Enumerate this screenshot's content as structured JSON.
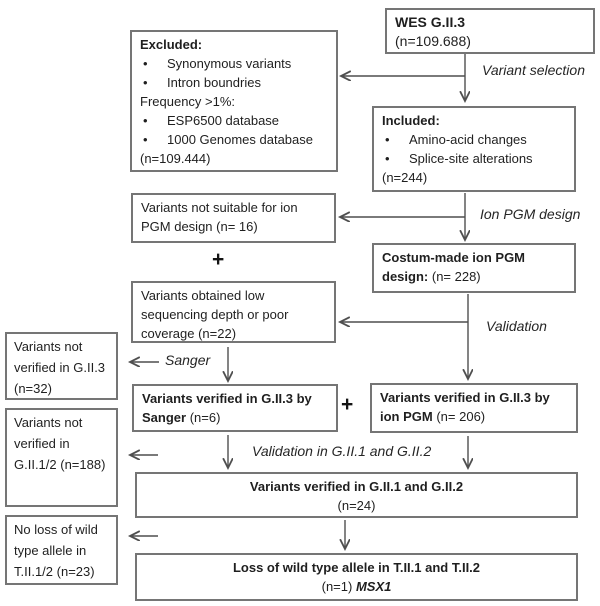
{
  "glyphs": {
    "bullet": "•",
    "plus": "+"
  },
  "colors": {
    "background": "#ffffff",
    "box_border": "#757575",
    "text": "#1f1f1f",
    "arrow": "#4f4f4f"
  },
  "boxes": {
    "wes": {
      "title": "WES G.II.3",
      "n": "(n=109.688)"
    },
    "excluded": {
      "title": "Excluded:",
      "items": [
        "Synonymous variants",
        "Intron boundries"
      ],
      "subheading": "Frequency >1%:",
      "items2": [
        "ESP6500 database",
        "1000 Genomes database"
      ],
      "n": "(n=109.444)"
    },
    "included": {
      "title": "Included:",
      "items": [
        "Amino-acid changes",
        "Splice-site alterations"
      ],
      "n": "(n=244)"
    },
    "not_suitable": {
      "text": "Variants not suitable for ion PGM design (n= 16)"
    },
    "custom_pgm": {
      "title": "Costum-made ion PGM design:",
      "n": "(n= 228)"
    },
    "low_coverage": {
      "text": "Variants obtained low sequencing depth or poor coverage (n=22)"
    },
    "not_verified_g3": {
      "text": "Variants not verified in G.II.3 (n=32)"
    },
    "verified_sanger": {
      "title": "Variants verified in G.II.3 by Sanger",
      "n": "(n=6)"
    },
    "verified_pgm": {
      "title": "Variants verified in G.II.3 by ion PGM",
      "n": "(n= 206)"
    },
    "not_verified_g12": {
      "text": "Variants not verified in G.II.1/2 (n=188)"
    },
    "verified_g12": {
      "title": "Variants verified in G.II.1 and G.II.2",
      "n": "(n=24)"
    },
    "no_loss": {
      "text": "No loss of wild type allele in T.II.1/2 (n=23)"
    },
    "loss": {
      "title": "Loss of wild type allele in T.II.1 and T.II.2",
      "n": "(n=1)",
      "gene": "MSX1"
    }
  },
  "labels": {
    "variant_selection": "Variant selection",
    "ion_pgm_design": "Ion PGM design",
    "validation": "Validation",
    "sanger": "Sanger",
    "validation_g12": "Validation in G.II.1 and G.II.2"
  }
}
